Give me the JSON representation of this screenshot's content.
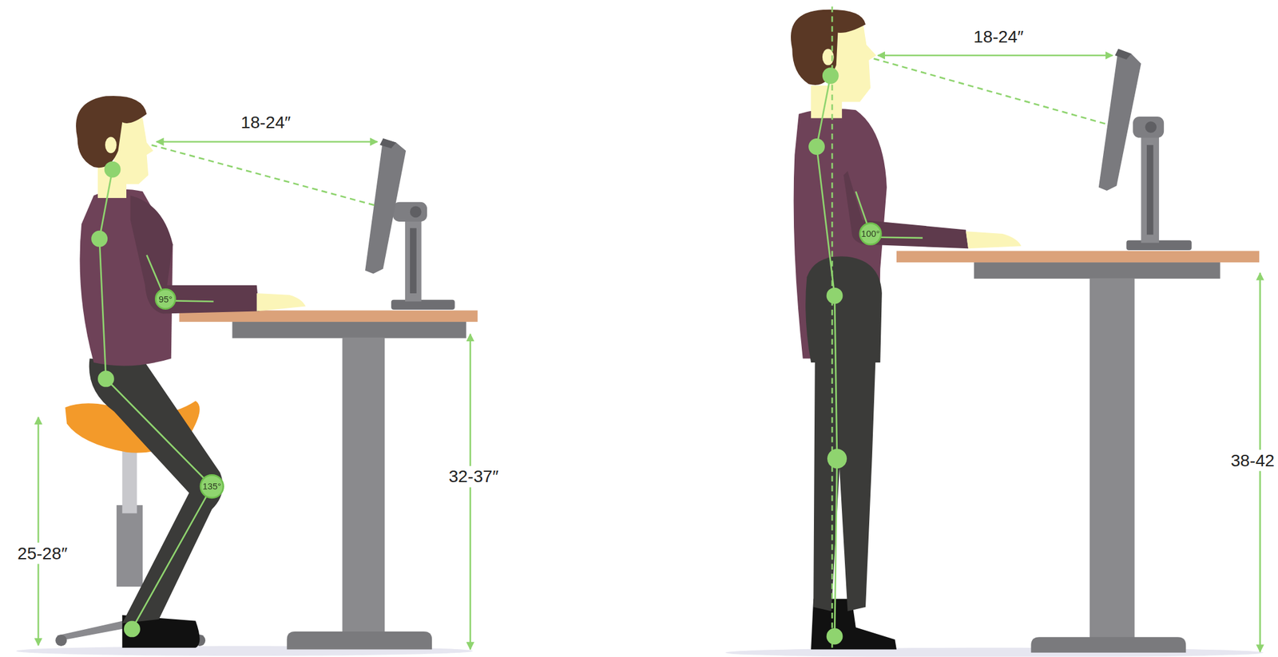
{
  "diagram": {
    "nodes": [
      {
        "text": [
          "95°"
        ]
      },
      {
        "text": [
          "135°"
        ]
      },
      {
        "text": [
          "100°"
        ]
      }
    ],
    "labels": [
      "18-24″",
      "25-28″",
      "32-37″",
      "18-24″",
      "38-42"
    ]
  }
}
